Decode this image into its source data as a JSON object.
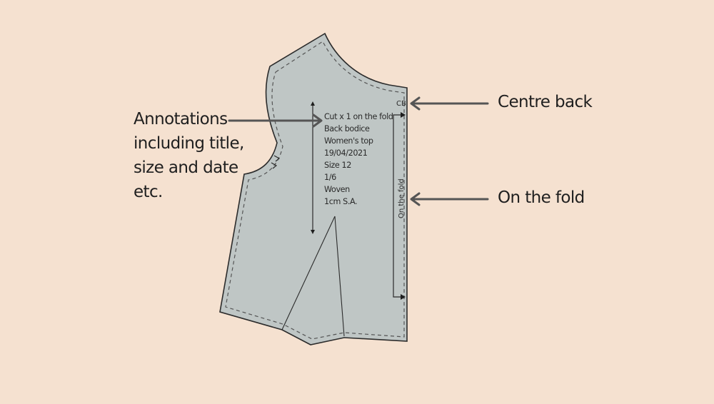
{
  "diagram": {
    "type": "sewing-pattern-piece",
    "background_color": "#f5e1d0",
    "piece_fill_color": "#bfc6c5",
    "outline_color": "#2b2b2b",
    "arrow_color": "#555555",
    "piece_labels": {
      "cb_mark": "CB",
      "fold_label": "On the fold",
      "info_lines": [
        "Cut x 1  on the fold",
        "Back bodice",
        "Women's top",
        "19/04/2021",
        "Size 12",
        "1/6",
        "Woven",
        "1cm S.A."
      ]
    },
    "callouts": {
      "annotations": {
        "lines": [
          "Annotations",
          "including title,",
          "size and date",
          "etc."
        ]
      },
      "centre_back": "Centre back",
      "on_the_fold": "On the fold"
    }
  }
}
